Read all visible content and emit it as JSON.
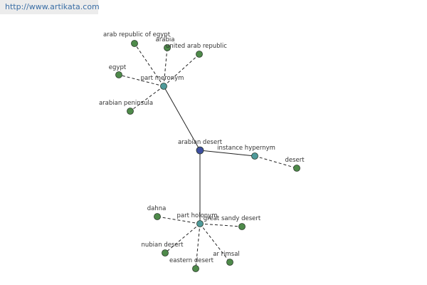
{
  "watermark": {
    "text": "http://www.artikata.com"
  },
  "colors": {
    "center": "#3d4ea0",
    "relation": "#4f9a9a",
    "leaf": "#4e8a4a"
  },
  "graph": {
    "nodes": [
      {
        "id": "center",
        "label": "arabian desert",
        "kind": "center"
      },
      {
        "id": "part-meronym",
        "label": "part meronym",
        "kind": "relation"
      },
      {
        "id": "instance-hypernym",
        "label": "instance hypernym",
        "kind": "relation"
      },
      {
        "id": "part-holonym",
        "label": "part holonym",
        "kind": "relation"
      },
      {
        "id": "arab-republic-of-egypt",
        "label": "arab republic of egypt",
        "kind": "leaf"
      },
      {
        "id": "arabia",
        "label": "arabia",
        "kind": "leaf"
      },
      {
        "id": "united-arab-republic",
        "label": "united arab republic",
        "kind": "leaf"
      },
      {
        "id": "egypt",
        "label": "egypt",
        "kind": "leaf"
      },
      {
        "id": "arabian-peninsula",
        "label": "arabian peninsula",
        "kind": "leaf"
      },
      {
        "id": "desert",
        "label": "desert",
        "kind": "leaf"
      },
      {
        "id": "dahna",
        "label": "dahna",
        "kind": "leaf"
      },
      {
        "id": "great-sandy-desert",
        "label": "great sandy desert",
        "kind": "leaf"
      },
      {
        "id": "nubian-desert",
        "label": "nubian desert",
        "kind": "leaf"
      },
      {
        "id": "ar-rimsal",
        "label": "ar rimsal",
        "kind": "leaf"
      },
      {
        "id": "eastern-desert",
        "label": "eastern desert",
        "kind": "leaf"
      }
    ],
    "edges": [
      {
        "from": "center",
        "to": "part-meronym",
        "style": "solid"
      },
      {
        "from": "center",
        "to": "instance-hypernym",
        "style": "solid"
      },
      {
        "from": "center",
        "to": "part-holonym",
        "style": "solid"
      },
      {
        "from": "part-meronym",
        "to": "arab-republic-of-egypt",
        "style": "dashed"
      },
      {
        "from": "part-meronym",
        "to": "arabia",
        "style": "dashed"
      },
      {
        "from": "part-meronym",
        "to": "united-arab-republic",
        "style": "dashed"
      },
      {
        "from": "part-meronym",
        "to": "egypt",
        "style": "dashed"
      },
      {
        "from": "part-meronym",
        "to": "arabian-peninsula",
        "style": "dashed"
      },
      {
        "from": "instance-hypernym",
        "to": "desert",
        "style": "dashed"
      },
      {
        "from": "part-holonym",
        "to": "dahna",
        "style": "dashed"
      },
      {
        "from": "part-holonym",
        "to": "great-sandy-desert",
        "style": "dashed"
      },
      {
        "from": "part-holonym",
        "to": "nubian-desert",
        "style": "dashed"
      },
      {
        "from": "part-holonym",
        "to": "ar-rimsal",
        "style": "dashed"
      },
      {
        "from": "part-holonym",
        "to": "eastern-desert",
        "style": "dashed"
      }
    ]
  }
}
